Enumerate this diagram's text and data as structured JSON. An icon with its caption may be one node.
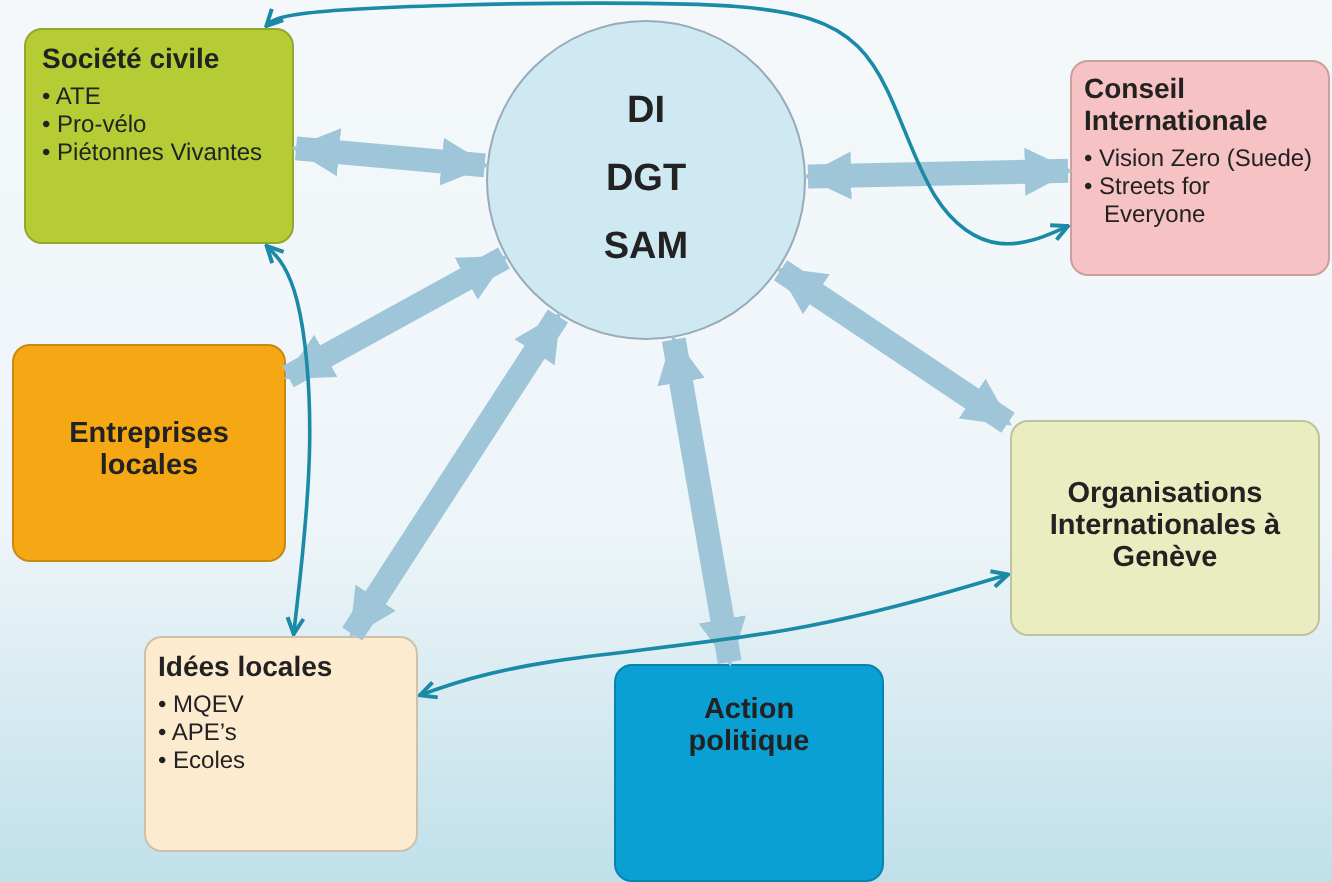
{
  "diagram": {
    "nodes": [
      {
        "text": [
          "DI",
          "DGT",
          "SAM"
        ]
      },
      {
        "text": [
          "Société civile",
          "• ATE",
          "• Pro-vélo",
          "• Piétonnes Vivantes"
        ]
      },
      {
        "text": [
          "Conseil Internationale",
          "• Vision Zero (Suede)",
          "• Streets for Everyone"
        ]
      },
      {
        "text": [
          "Entreprises locales"
        ]
      },
      {
        "text": [
          "Organisations Internationales à Genève"
        ]
      },
      {
        "text": [
          "Idées locales",
          "• MQEV",
          "• APE’s",
          "• Ecoles"
        ]
      },
      {
        "text": [
          "Action politique"
        ]
      }
    ],
    "edges": [
      {
        "from": 0,
        "to": 1,
        "arrow": "both"
      },
      {
        "from": 0,
        "to": 2,
        "arrow": "both"
      },
      {
        "from": 0,
        "to": 3,
        "arrow": "both"
      },
      {
        "from": 0,
        "to": 4,
        "arrow": "both"
      },
      {
        "from": 0,
        "to": 5,
        "arrow": "both"
      },
      {
        "from": 0,
        "to": 6,
        "arrow": "both"
      },
      {
        "from": 1,
        "to": 2,
        "arrow": "both",
        "color": "#1a8aa6"
      },
      {
        "from": 1,
        "to": 5,
        "arrow": "both",
        "color": "#1a8aa6"
      },
      {
        "from": 5,
        "to": 4,
        "arrow": "both",
        "color": "#1a8aa6"
      }
    ]
  }
}
